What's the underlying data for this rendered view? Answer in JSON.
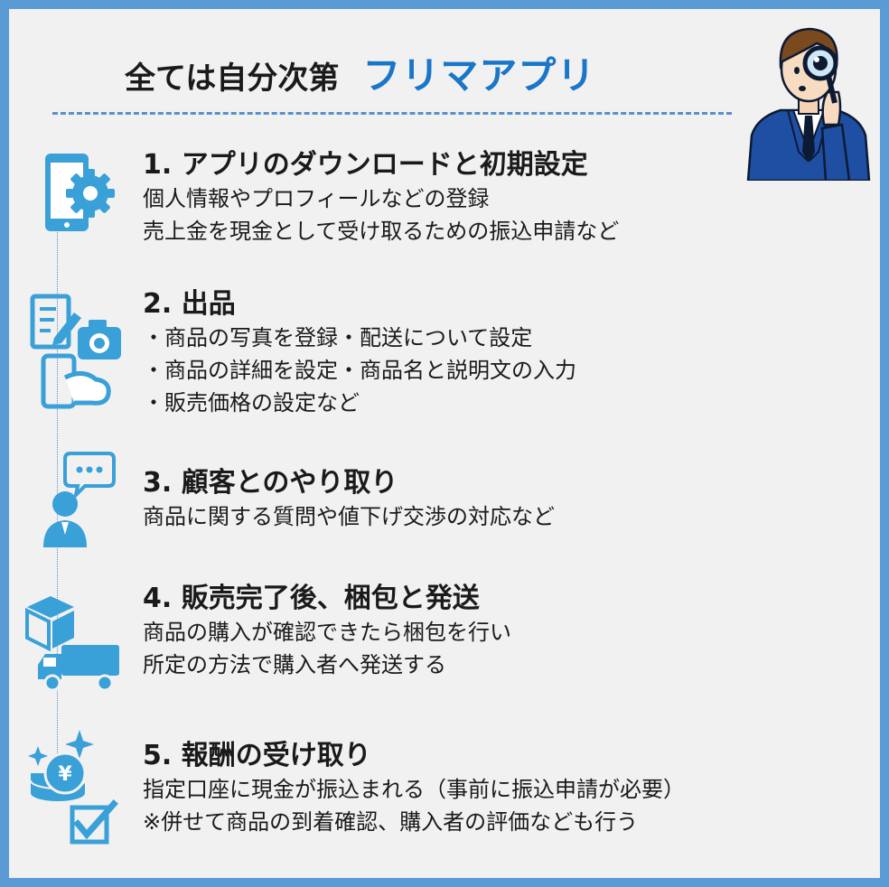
{
  "header": {
    "title": "全ては自分次第",
    "title_accent": "フリマアプリ"
  },
  "colors": {
    "accent": "#1976c8",
    "icon": "#3aa0d8",
    "border": "#5b9bd5",
    "background": "#f1f1f1"
  },
  "steps": [
    {
      "title": "1. アプリのダウンロードと初期設定",
      "lines": [
        "個人情報やプロフィールなどの登録",
        "売上金を現金として受け取るための振込申請など"
      ],
      "icon": "phone-settings-icon"
    },
    {
      "title": "2. 出品",
      "lines": [
        "・商品の写真を登録・配送について設定",
        "・商品の詳細を設定・商品名と説明文の入力",
        "・販売価格の設定など"
      ],
      "icon": "listing-camera-icon"
    },
    {
      "title": "3. 顧客とのやり取り",
      "lines": [
        "商品に関する質問や値下げ交渉の対応など"
      ],
      "icon": "customer-chat-icon"
    },
    {
      "title": "4. 販売完了後、梱包と発送",
      "lines": [
        "商品の購入が確認できたら梱包を行い",
        "所定の方法で購入者へ発送する"
      ],
      "icon": "box-truck-icon"
    },
    {
      "title": "5. 報酬の受け取り",
      "lines": [
        "指定口座に現金が振込まれる（事前に振込申請が必要）",
        "※併せて商品の到着確認、購入者の評価なども行う"
      ],
      "icon": "yen-coins-check-icon"
    }
  ]
}
